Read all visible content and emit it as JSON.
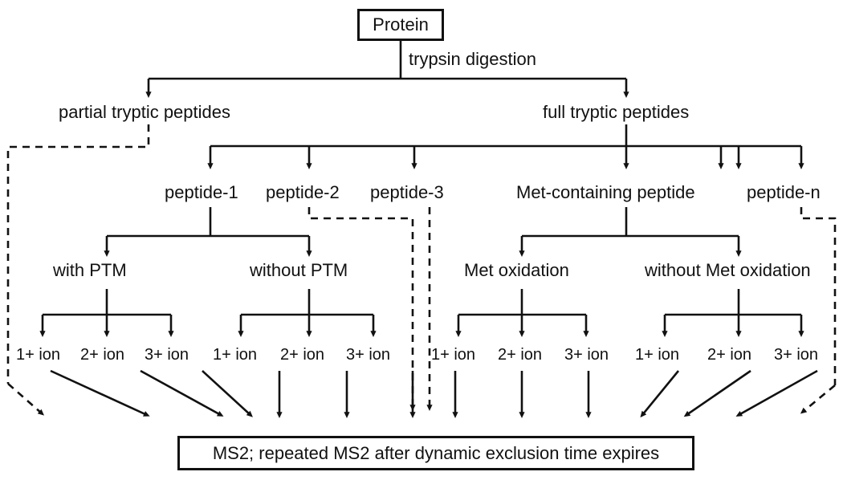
{
  "diagram": {
    "title_box": {
      "label": "Protein"
    },
    "process_label": "trypsin digestion",
    "level1": [
      {
        "id": "partial",
        "label": "partial tryptic peptides"
      },
      {
        "id": "full",
        "label": "full tryptic peptides"
      }
    ],
    "level2": [
      {
        "id": "pep1",
        "label": "peptide-1"
      },
      {
        "id": "pep2",
        "label": "peptide-2"
      },
      {
        "id": "pep3",
        "label": "peptide-3"
      },
      {
        "id": "met",
        "label": "Met-containing peptide"
      },
      {
        "id": "pepn",
        "label": "peptide-n"
      }
    ],
    "level3": [
      {
        "id": "withptm",
        "label": "with PTM"
      },
      {
        "id": "withoutptm",
        "label": "without PTM"
      },
      {
        "id": "metox",
        "label": "Met oxidation"
      },
      {
        "id": "nometox",
        "label": "without Met oxidation"
      }
    ],
    "ion_groups": [
      {
        "parent": "withptm",
        "ions": [
          "1+ ion",
          "2+ ion",
          "3+ ion"
        ]
      },
      {
        "parent": "withoutptm",
        "ions": [
          "1+ ion",
          "2+ ion",
          "3+ ion"
        ]
      },
      {
        "parent": "metox",
        "ions": [
          "1+ ion",
          "2+ ion",
          "3+ ion"
        ]
      },
      {
        "parent": "nometox",
        "ions": [
          "1+ ion",
          "2+ ion",
          "3+ ion"
        ]
      }
    ],
    "terminal_box": {
      "label": "MS2; repeated MS2 after dynamic exclusion time expires"
    },
    "colors": {
      "stroke": "#111111",
      "background": "#ffffff",
      "text": "#111111"
    }
  }
}
